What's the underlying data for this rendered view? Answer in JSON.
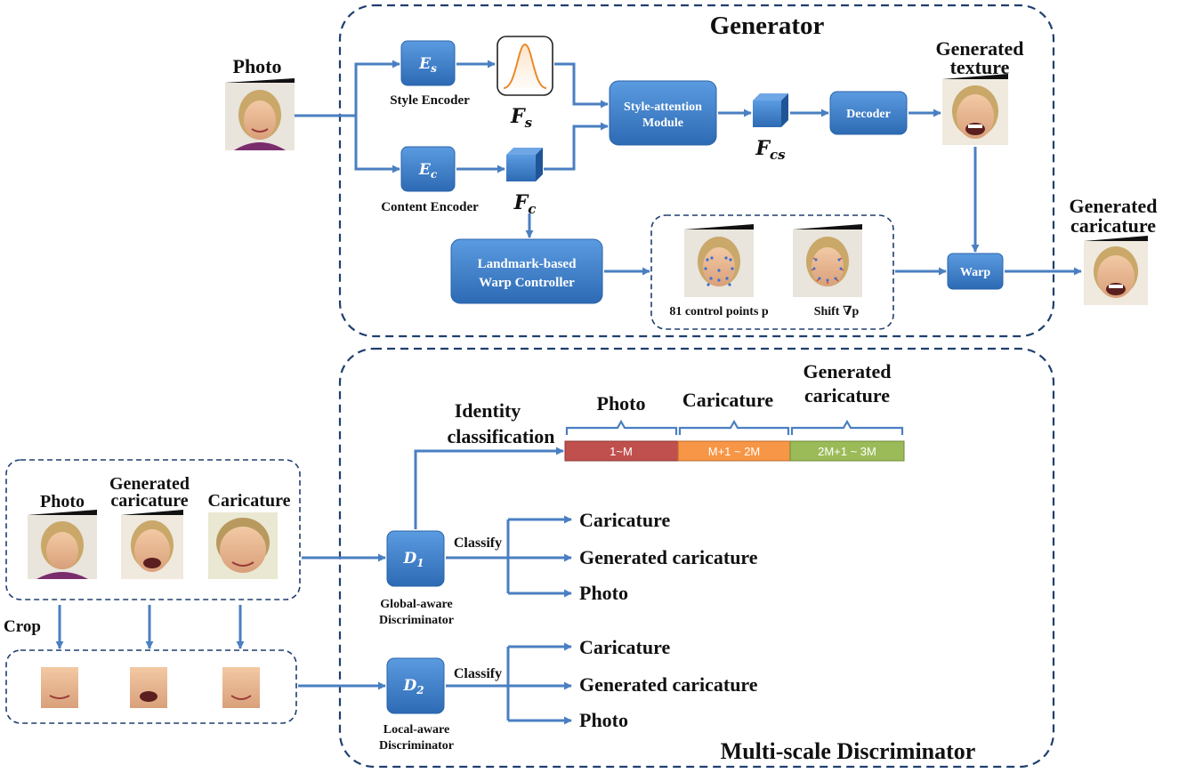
{
  "colors": {
    "block": "#3d7fcc",
    "block_dark": "#2a63a8",
    "arrow": "#4a7fc1",
    "dash": "#1f3f6e",
    "seg_photo": "#c0504d",
    "seg_caricature": "#f79646",
    "seg_generated": "#9bbb59"
  },
  "generator": {
    "title": "Generator",
    "input_label": "Photo",
    "style_encoder": {
      "symbol": "E",
      "sub": "s",
      "label": "Style Encoder"
    },
    "content_encoder": {
      "symbol": "E",
      "sub": "c",
      "label": "Content Encoder"
    },
    "fs": {
      "symbol": "F",
      "sub": "s"
    },
    "fc": {
      "symbol": "F",
      "sub": "c"
    },
    "fcs": {
      "symbol": "F",
      "sub": "cs"
    },
    "style_attention": [
      "Style-attention",
      "Module"
    ],
    "decoder": "Decoder",
    "generated_texture": [
      "Generated",
      "texture"
    ],
    "warp_controller": [
      "Landmark-based",
      "Warp Controller"
    ],
    "control_points_label": "81 control points p",
    "shift_label": "Shift ∇p",
    "warp": "Warp",
    "output_label": [
      "Generated",
      "caricature"
    ]
  },
  "discriminator": {
    "title": "Multi-scale Discriminator",
    "identity_label": [
      "Identity",
      "classification"
    ],
    "bar": [
      {
        "header": [
          "Photo"
        ],
        "range": "1~M"
      },
      {
        "header": [
          "Caricature"
        ],
        "range": "M+1 ~ 2M"
      },
      {
        "header": [
          "Generated",
          "caricature"
        ],
        "range": "2M+1 ~ 3M"
      }
    ],
    "inputs": {
      "photo": "Photo",
      "generated": [
        "Generated",
        "caricature"
      ],
      "caricature": "Caricature"
    },
    "crop_label": "Crop",
    "d1": {
      "symbol": "D",
      "sub": "1",
      "label": [
        "Global-aware",
        "Discriminator"
      ],
      "classify": "Classify"
    },
    "d2": {
      "symbol": "D",
      "sub": "2",
      "label": [
        "Local-aware",
        "Discriminator"
      ],
      "classify": "Classify"
    },
    "outputs_global": [
      "Caricature",
      "Generated caricature",
      "Photo"
    ],
    "outputs_local": [
      "Caricature",
      "Generated caricature",
      "Photo"
    ]
  }
}
